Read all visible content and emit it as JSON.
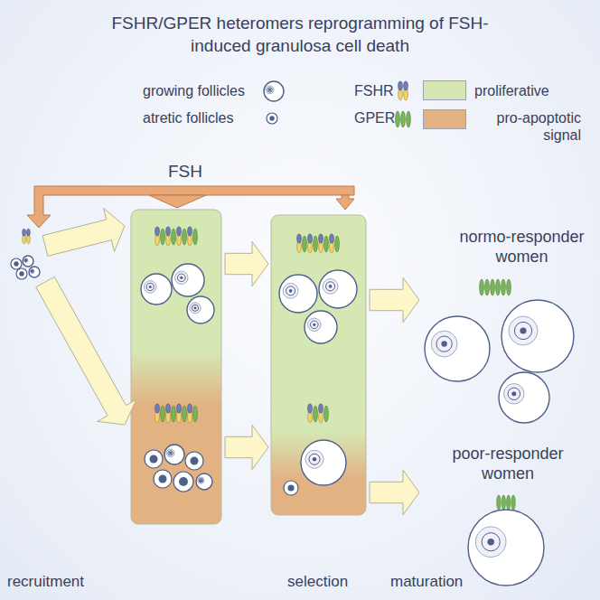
{
  "diagram": {
    "title": "FSHR/GPER heteromers reprogramming of FSH-induced granulosa cell death",
    "labels": [
      "FSH",
      "normo-responder women",
      "poor-responder women",
      "recruitment",
      "selection",
      "maturation"
    ],
    "legend": [
      {
        "text": "growing follicles"
      },
      {
        "text": "atretic follicles"
      },
      {
        "text": "FSHR"
      },
      {
        "text": "GPER"
      },
      {
        "text": "proliferative",
        "color": "#d5e8b4"
      },
      {
        "text": "pro-apoptotic signal",
        "color": "#e3b283"
      }
    ]
  }
}
